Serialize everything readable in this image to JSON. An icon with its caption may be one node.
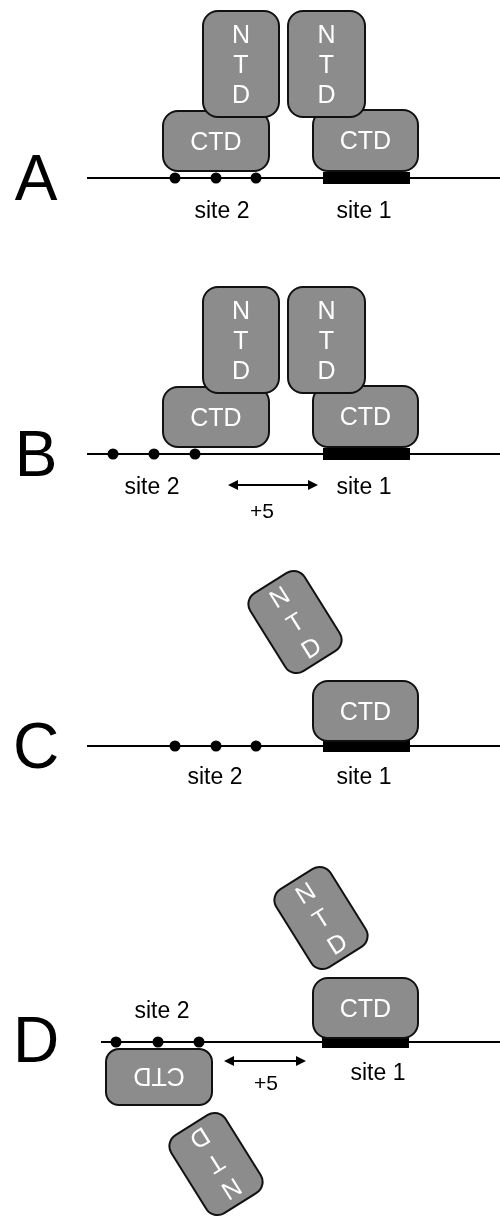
{
  "diagram": {
    "nodes": [
      {
        "text": [
          "NTD"
        ]
      },
      {
        "text": [
          "NTD"
        ]
      },
      {
        "text": [
          "CTD"
        ]
      },
      {
        "text": [
          "CTD"
        ]
      },
      {
        "text": [
          "NTD"
        ]
      },
      {
        "text": [
          "NTD"
        ]
      },
      {
        "text": [
          "CTD"
        ]
      },
      {
        "text": [
          "CTD"
        ]
      },
      {
        "text": [
          "NTD"
        ]
      },
      {
        "text": [
          "CTD"
        ]
      },
      {
        "text": [
          "NTD"
        ]
      },
      {
        "text": [
          "CTD"
        ]
      },
      {
        "text": [
          "CTD"
        ]
      },
      {
        "text": [
          "NTD"
        ]
      }
    ],
    "labels": [
      "A",
      "site 2",
      "site 1",
      "B",
      "site 2",
      "site 1",
      "+5",
      "C",
      "site 2",
      "site 1",
      "site 2",
      "D",
      "+5",
      "site 1"
    ]
  }
}
